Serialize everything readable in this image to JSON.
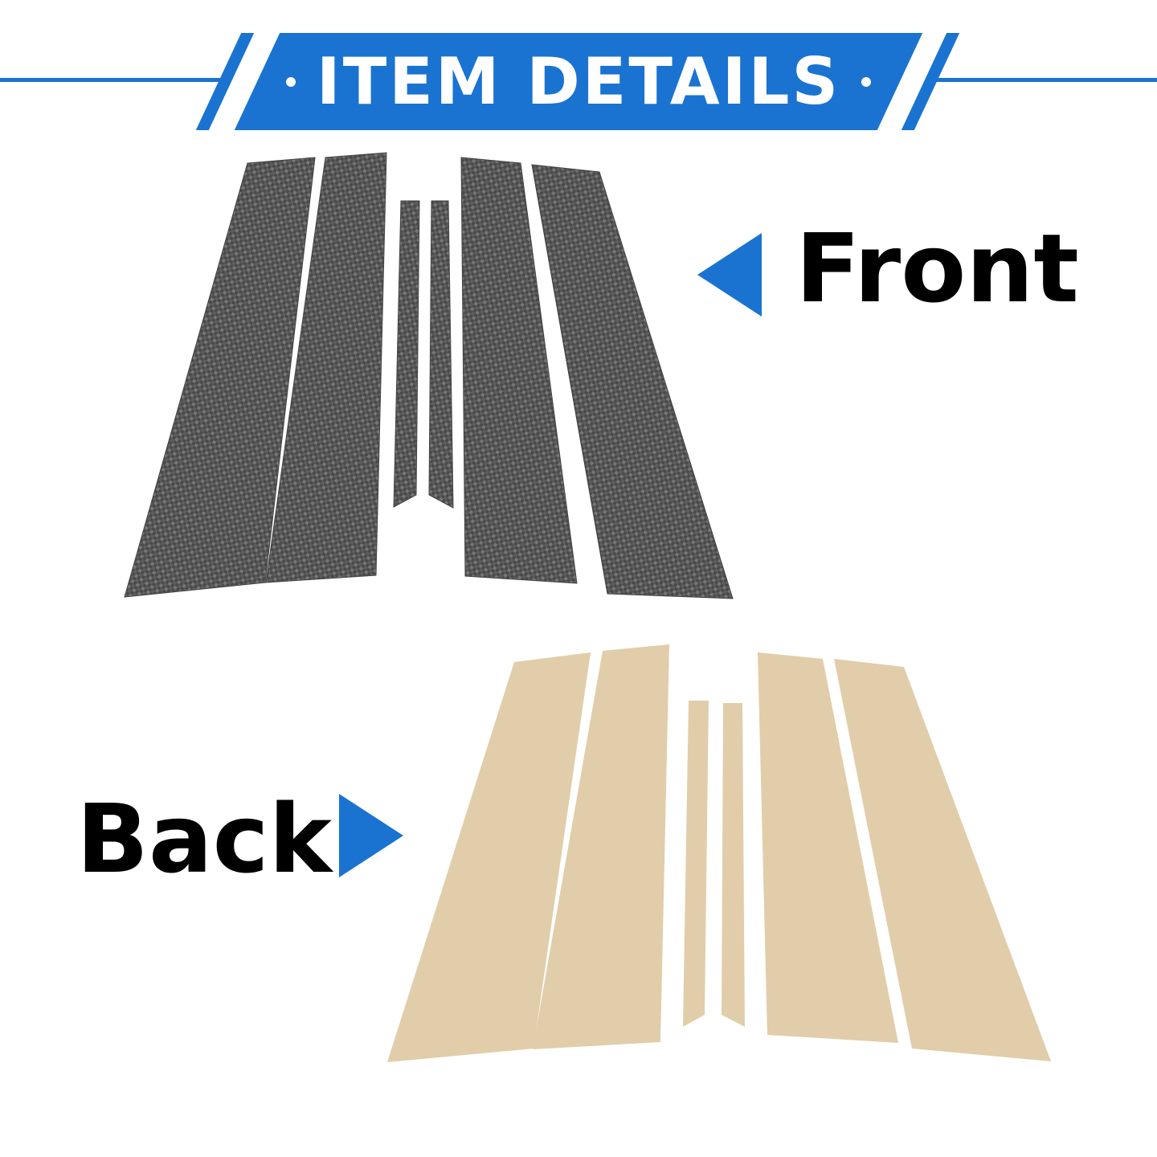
{
  "header": {
    "title": "ITEM DETAILS",
    "accent_color": "#1a73d1"
  },
  "front": {
    "label": "Front",
    "arrow_icon": "triangle-left-icon",
    "finish_color": "#5a5a5a"
  },
  "back": {
    "label": "Back",
    "arrow_icon": "triangle-right-icon",
    "finish_color": "#e2cdaa"
  }
}
